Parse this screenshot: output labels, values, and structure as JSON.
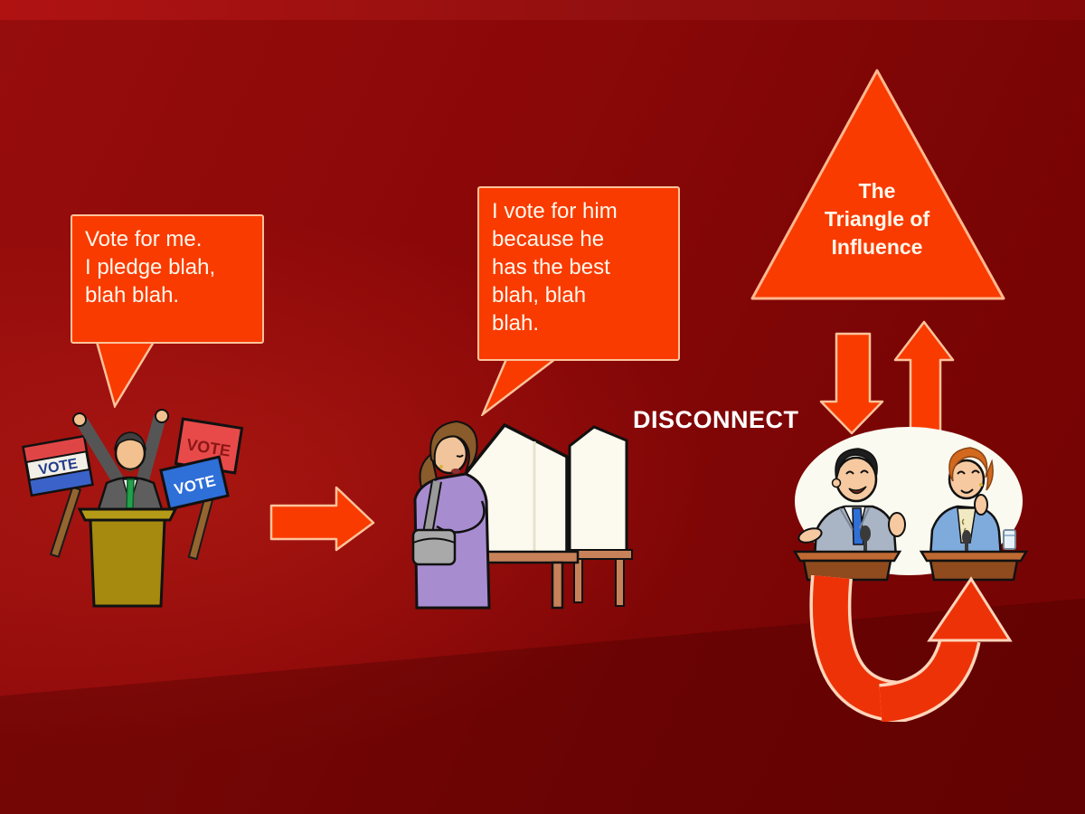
{
  "slide": {
    "palette": {
      "accent": "#F93B00",
      "accent_border": "#FCC39B",
      "background": "#8B0808",
      "background_dark": "#740303",
      "text": "#FFFFFF"
    },
    "campaign": {
      "bubble_text": "Vote for me.\nI pledge blah,\nblah blah.",
      "sign_left": "VOTE",
      "sign_top_right": "VOTE",
      "sign_bottom_right": "VOTE"
    },
    "voter": {
      "bubble_text": "I vote for him\nbecause he\nhas the best\nblah, blah\nblah."
    },
    "disconnect_label": "DISCONNECT",
    "triangle_label": "The\nTriangle of\nInfluence"
  }
}
